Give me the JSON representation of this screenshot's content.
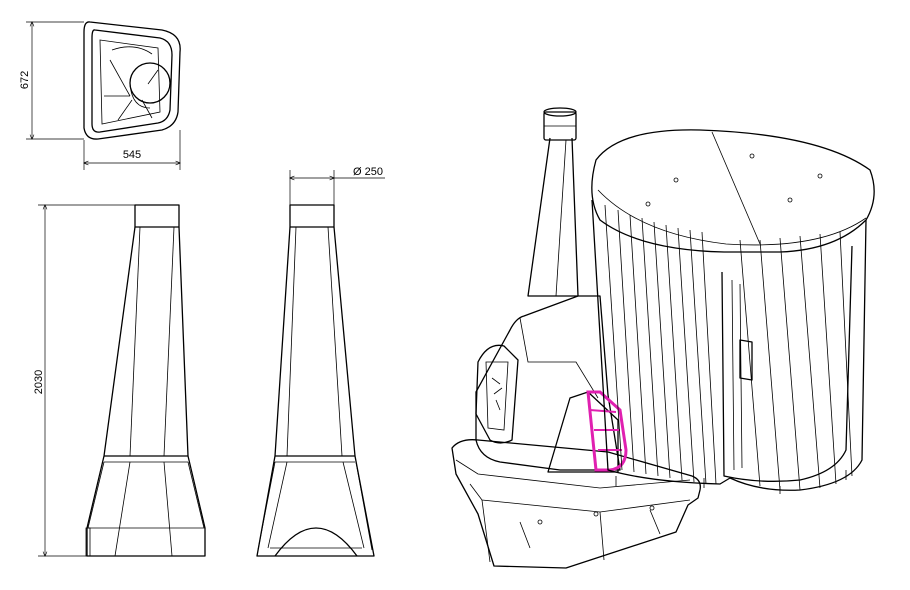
{
  "dimensions": {
    "width": "545",
    "depth": "672",
    "height": "2030",
    "flue_diameter": "Ø 250"
  },
  "colors": {
    "line": "#000000",
    "highlight": "#e020b0",
    "background": "#ffffff"
  }
}
